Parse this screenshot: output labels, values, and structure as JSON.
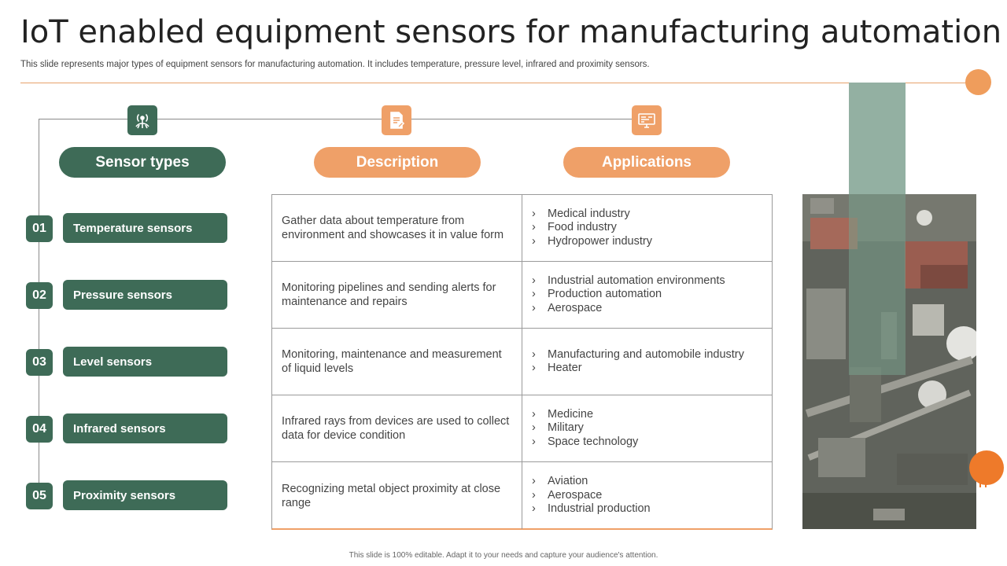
{
  "title": "IoT enabled equipment sensors for manufacturing automation",
  "subtitle": "This slide represents major types of equipment sensors for manufacturing automation. It includes temperature, pressure level, infrared and proximity sensors.",
  "headers": {
    "sensor_types": "Sensor types",
    "description": "Description",
    "applications": "Applications"
  },
  "header_icons": [
    "antenna-icon",
    "document-edit-icon",
    "monitor-icon"
  ],
  "rows": [
    {
      "num": "01",
      "sensor": "Temperature sensors",
      "description": "Gather data about temperature from environment and showcases it in value form",
      "applications": [
        "Medical industry",
        "Food industry",
        "Hydropower industry"
      ]
    },
    {
      "num": "02",
      "sensor": "Pressure sensors",
      "description": "Monitoring pipelines and sending alerts for maintenance and repairs",
      "applications": [
        "Industrial automation environments",
        "Production automation",
        "Aerospace"
      ]
    },
    {
      "num": "03",
      "sensor": "Level sensors",
      "description": "Monitoring, maintenance and measurement of liquid levels",
      "applications": [
        "Manufacturing and automobile industry",
        "Heater"
      ]
    },
    {
      "num": "04",
      "sensor": "Infrared sensors",
      "description": "Infrared rays from devices are used to collect data for device condition",
      "applications": [
        "Medicine",
        "Military",
        "Space technology"
      ]
    },
    {
      "num": "05",
      "sensor": "Proximity sensors",
      "description": "Recognizing metal object proximity at close range",
      "applications": [
        "Aviation",
        "Aerospace",
        "Industrial production"
      ]
    }
  ],
  "footer": "This slide is 100% editable. Adapt it to your needs and capture your audience's attention.",
  "colors": {
    "green": "#3e6b57",
    "orange": "#efa068",
    "accent_orange": "#ee7a2a"
  }
}
